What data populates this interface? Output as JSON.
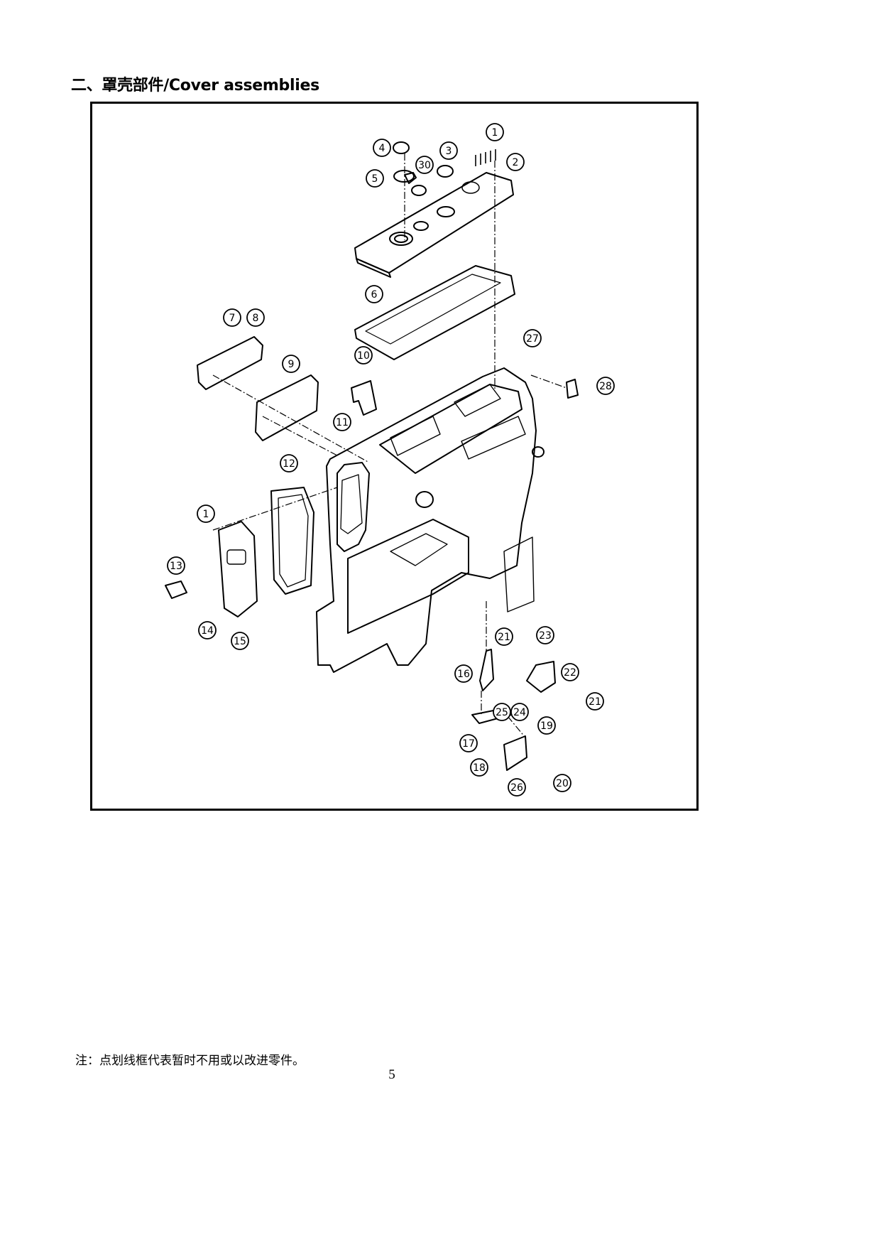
{
  "header": {
    "title": "二、罩壳部件/Cover assemblies"
  },
  "diagram": {
    "part_labels": [
      "1",
      "2",
      "3",
      "4",
      "5",
      "6",
      "7",
      "8",
      "9",
      "10",
      "11",
      "12",
      "1",
      "13",
      "14",
      "15",
      "16",
      "17",
      "18",
      "19",
      "20",
      "21",
      "21",
      "22",
      "23",
      "24",
      "25",
      "26",
      "27",
      "28",
      "30"
    ]
  },
  "footer": {
    "note": "注：点划线框代表暂时不用或以改进零件。",
    "page_number": "5"
  }
}
